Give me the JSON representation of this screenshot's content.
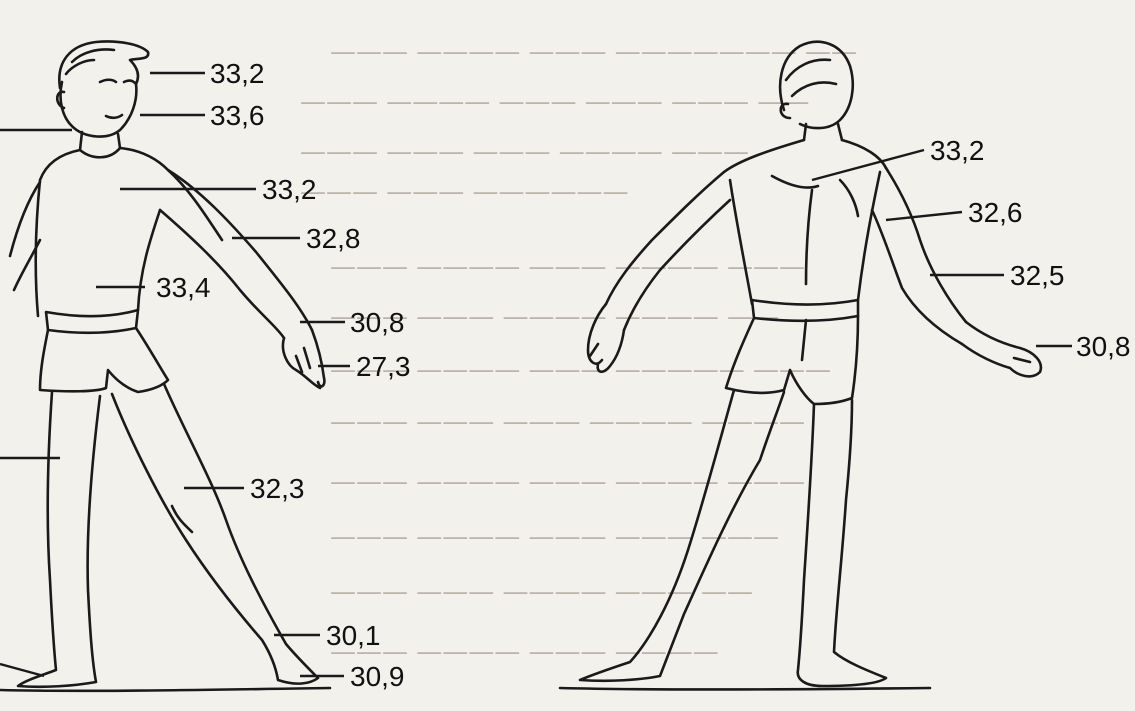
{
  "figures": {
    "front": {
      "labels": [
        {
          "id": "head",
          "value": "33,2"
        },
        {
          "id": "face",
          "value": "33,6"
        },
        {
          "id": "chest",
          "value": "33,2"
        },
        {
          "id": "upper-arm",
          "value": "32,8"
        },
        {
          "id": "abdomen",
          "value": "33,4"
        },
        {
          "id": "forearm",
          "value": "30,8"
        },
        {
          "id": "hand",
          "value": "27,3"
        },
        {
          "id": "shin",
          "value": "32,3"
        },
        {
          "id": "ankle",
          "value": "30,1"
        },
        {
          "id": "foot",
          "value": "30,9"
        }
      ]
    },
    "back": {
      "labels": [
        {
          "id": "upper-back",
          "value": "33,2"
        },
        {
          "id": "upper-arm",
          "value": "32,6"
        },
        {
          "id": "forearm",
          "value": "32,5"
        },
        {
          "id": "hand",
          "value": "30,8"
        }
      ]
    }
  }
}
